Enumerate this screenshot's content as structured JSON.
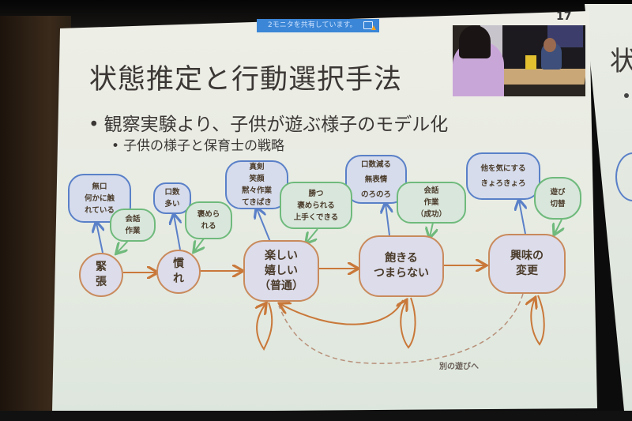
{
  "screen_share_banner": {
    "text": "2モニタを共有しています。",
    "icon": "monitor-warning-icon"
  },
  "slide": {
    "page_number": "17",
    "title": "状態推定と行動選択手法",
    "bullets": [
      {
        "level": 1,
        "text": "観察実験より、子供が遊ぶ様子のモデル化"
      },
      {
        "level": 2,
        "text": "子供の様子と保育士の戦略"
      }
    ],
    "photo": {
      "description": "child playing with blocks at a table opposite a caregiver"
    }
  },
  "diagram": {
    "states": [
      {
        "id": "tension",
        "lines": [
          "緊",
          "張"
        ]
      },
      {
        "id": "used-to",
        "lines": [
          "慣",
          "れ"
        ]
      },
      {
        "id": "fun",
        "lines": [
          "楽しい",
          "嬉しい",
          "（普通）"
        ]
      },
      {
        "id": "bored",
        "lines": [
          "飽きる",
          "つまらない"
        ]
      },
      {
        "id": "interest-change",
        "lines": [
          "興味の",
          "変更"
        ]
      }
    ],
    "observations": [
      {
        "state": "tension",
        "lines": [
          "無口",
          "何かに触",
          "れている"
        ]
      },
      {
        "state": "used-to",
        "lines": [
          "口数",
          "多い"
        ]
      },
      {
        "state": "fun",
        "lines": [
          "真剣",
          "笑顔",
          "黙々作業",
          "てきぱき"
        ]
      },
      {
        "state": "bored",
        "lines": [
          "口数減る",
          "無表情",
          "のろのろ"
        ]
      },
      {
        "state": "interest-change",
        "lines": [
          "他を気にする",
          "きょろきょろ"
        ]
      }
    ],
    "actions": [
      {
        "state": "tension",
        "lines": [
          "会話",
          "作業"
        ]
      },
      {
        "state": "used-to",
        "lines": [
          "褒めら",
          "れる"
        ]
      },
      {
        "state": "fun",
        "lines": [
          "勝つ",
          "褒められる",
          "上手くできる"
        ]
      },
      {
        "state": "bored",
        "lines": [
          "会話",
          "作業",
          "（成功）"
        ]
      },
      {
        "state": "interest-change",
        "lines": [
          "遊び",
          "切替"
        ]
      }
    ],
    "dashed_label": "別の遊びへ",
    "colors": {
      "state_border": "#c98a5c",
      "observation_border": "#5a80c8",
      "action_border": "#6fba7c",
      "arrow": "#c9783a"
    }
  },
  "next_slide_partial": {
    "title_fragment": "状"
  }
}
